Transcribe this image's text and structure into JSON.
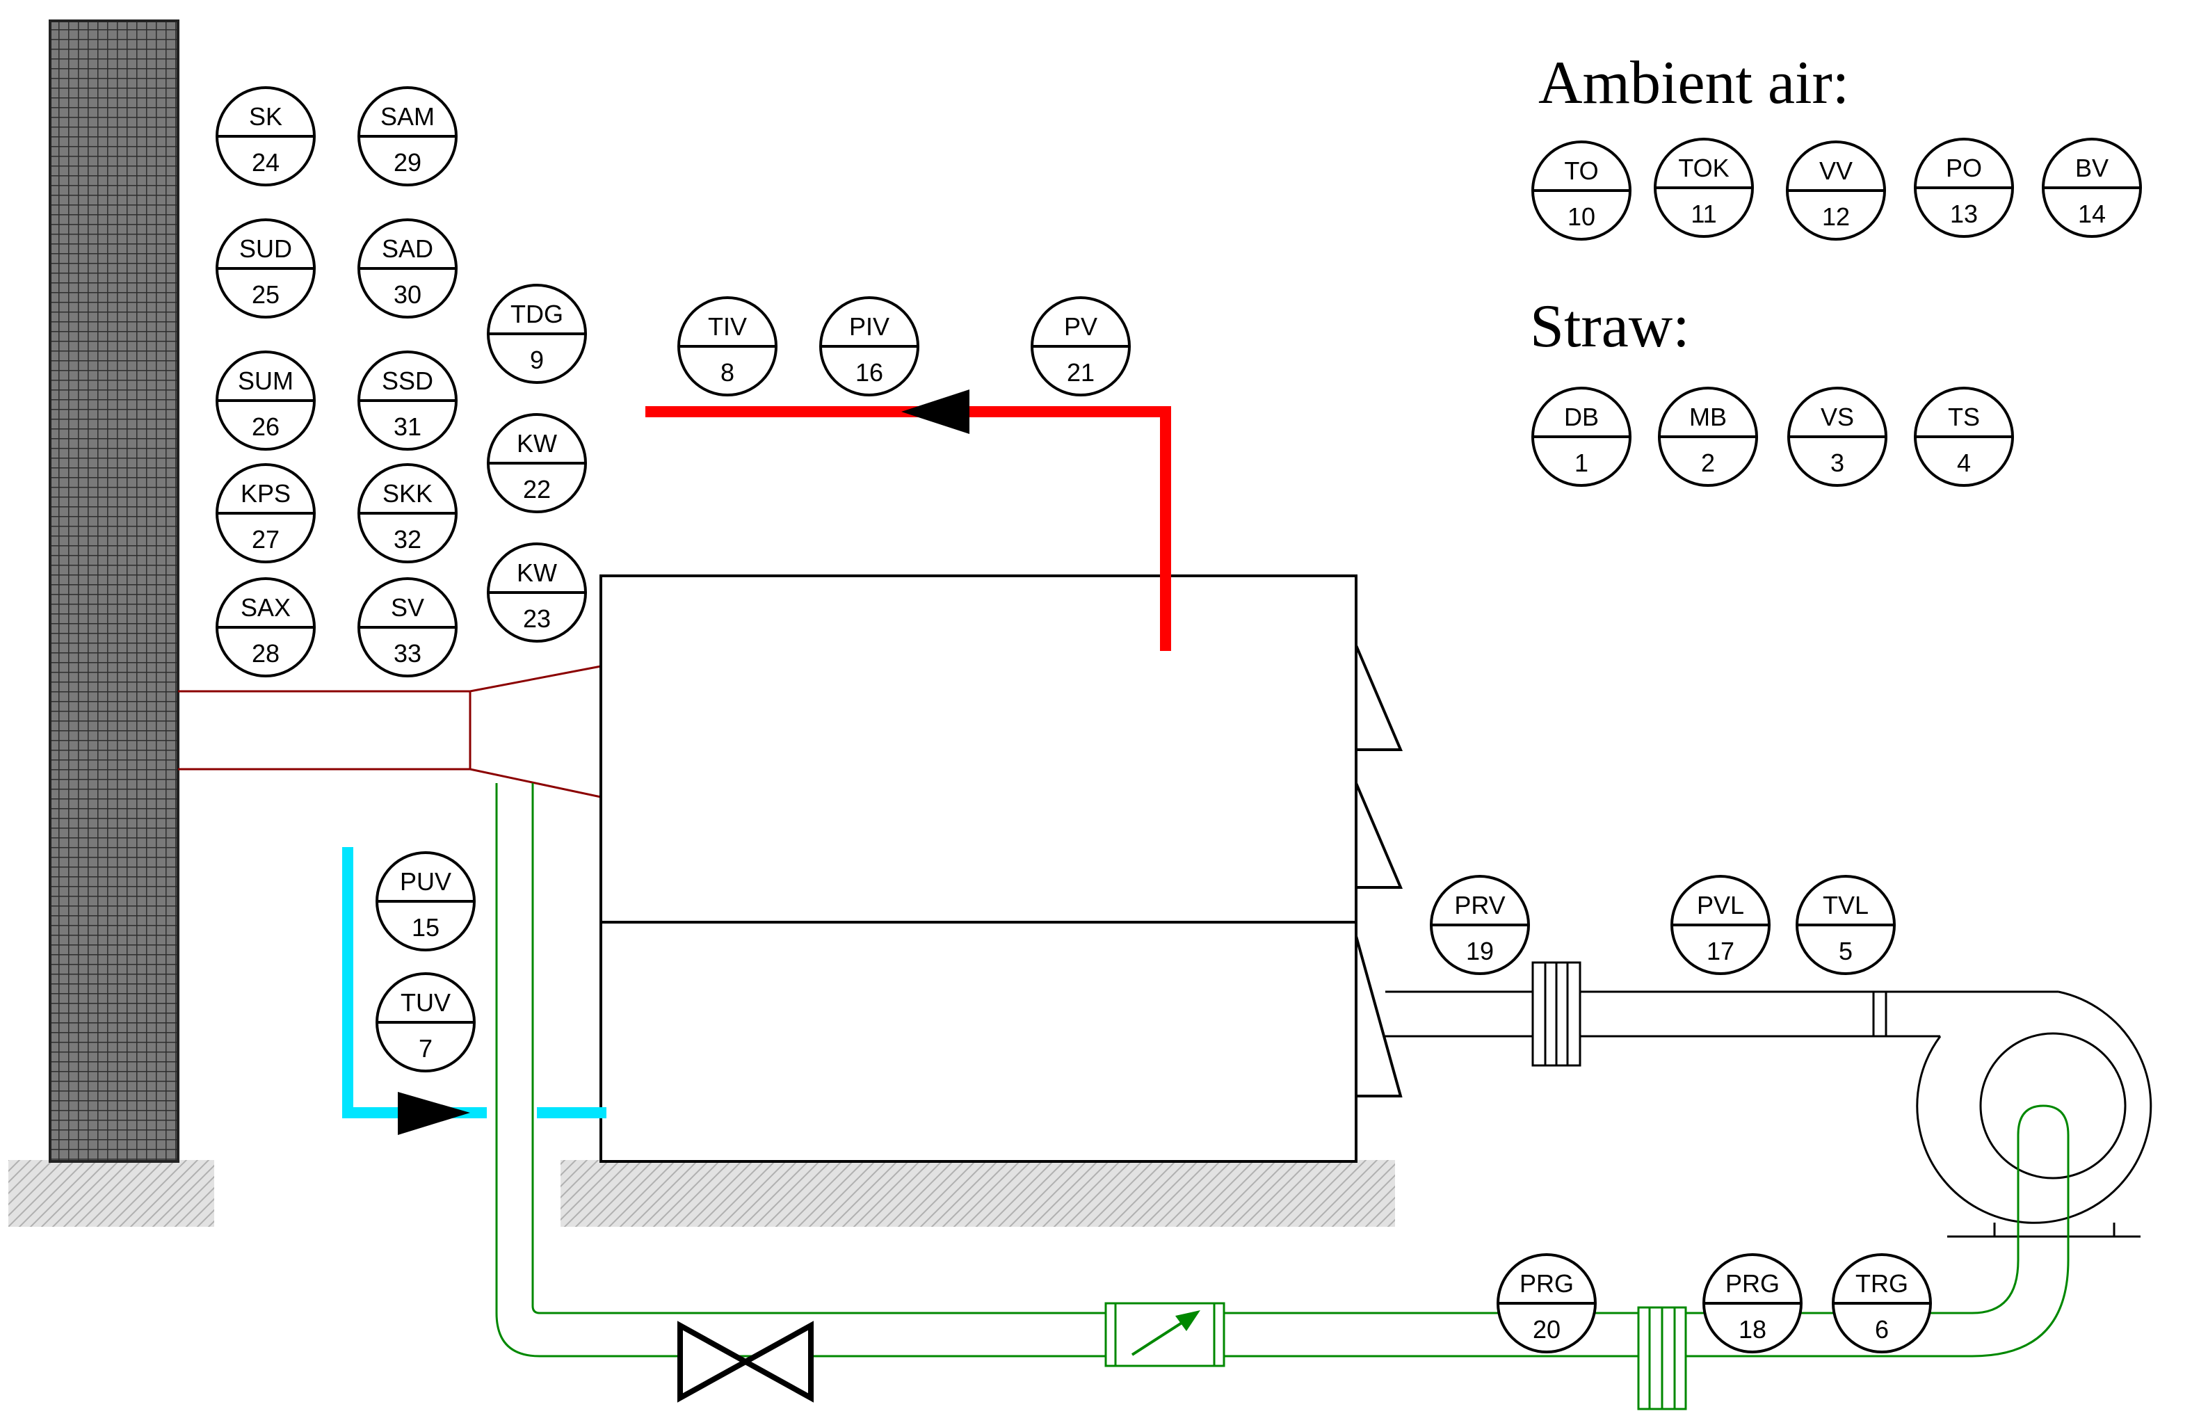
{
  "headings": {
    "ambient_air": "Ambient air:",
    "straw": "Straw:"
  },
  "colors": {
    "hot_flue_line": "#ff0000",
    "cold_water_line": "#00e5ff",
    "gas_line": "#008800",
    "duct": "#8b0000",
    "chimney": "#808080",
    "ground": "#dcdcdc"
  },
  "sensors": [
    {
      "id": "SK",
      "num": "24"
    },
    {
      "id": "SAM",
      "num": "29"
    },
    {
      "id": "SUD",
      "num": "25"
    },
    {
      "id": "SAD",
      "num": "30"
    },
    {
      "id": "SUM",
      "num": "26"
    },
    {
      "id": "SSD",
      "num": "31"
    },
    {
      "id": "KPS",
      "num": "27"
    },
    {
      "id": "SKK",
      "num": "32"
    },
    {
      "id": "SAX",
      "num": "28"
    },
    {
      "id": "SV",
      "num": "33"
    },
    {
      "id": "TDG",
      "num": "9"
    },
    {
      "id": "KW",
      "num": "22"
    },
    {
      "id": "KW",
      "num": "23"
    },
    {
      "id": "TIV",
      "num": "8"
    },
    {
      "id": "PIV",
      "num": "16"
    },
    {
      "id": "PV",
      "num": "21"
    },
    {
      "id": "TO",
      "num": "10"
    },
    {
      "id": "TOK",
      "num": "11"
    },
    {
      "id": "VV",
      "num": "12"
    },
    {
      "id": "PO",
      "num": "13"
    },
    {
      "id": "BV",
      "num": "14"
    },
    {
      "id": "DB",
      "num": "1"
    },
    {
      "id": "MB",
      "num": "2"
    },
    {
      "id": "VS",
      "num": "3"
    },
    {
      "id": "TS",
      "num": "4"
    },
    {
      "id": "PUV",
      "num": "15"
    },
    {
      "id": "TUV",
      "num": "7"
    },
    {
      "id": "PRV",
      "num": "19"
    },
    {
      "id": "PVL",
      "num": "17"
    },
    {
      "id": "TVL",
      "num": "5"
    },
    {
      "id": "PRG",
      "num": "20"
    },
    {
      "id": "PRG",
      "num": "18"
    },
    {
      "id": "TRG",
      "num": "6"
    }
  ]
}
